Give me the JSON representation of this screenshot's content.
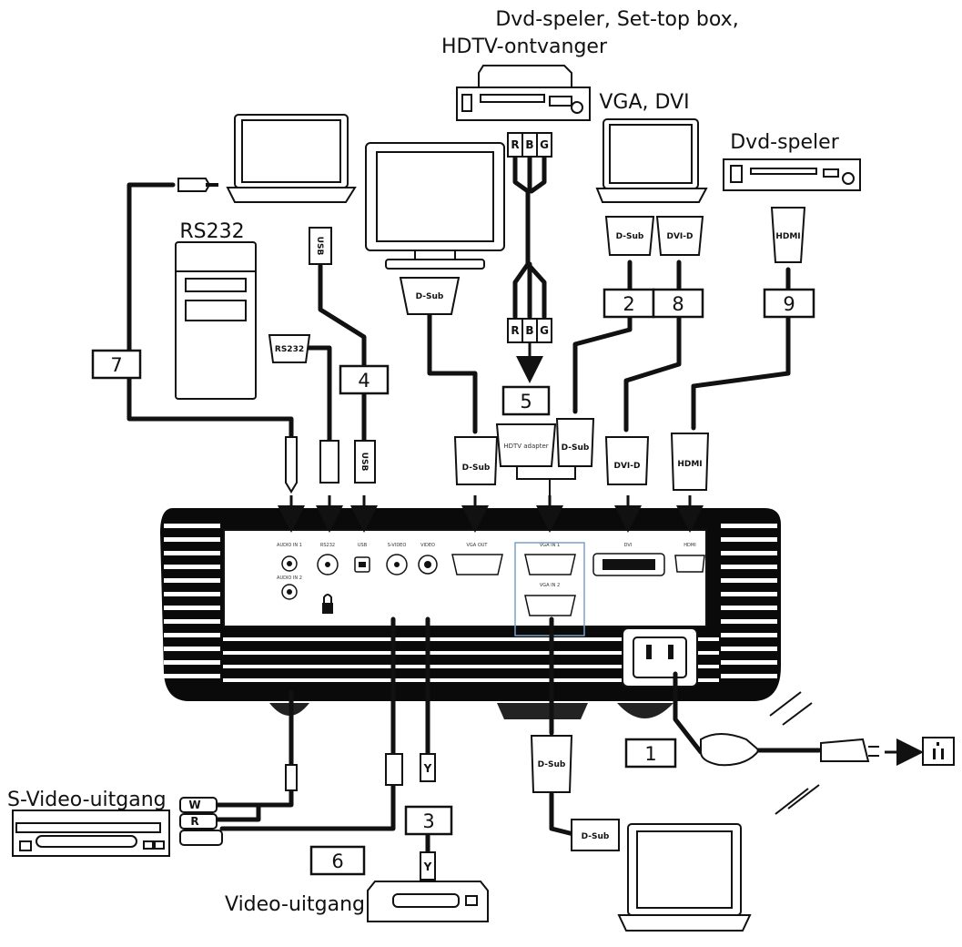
{
  "labels": {
    "dvd_settop": "Dvd-speler, Set-top box,",
    "hdtv_receiver": "HDTV-ontvanger",
    "vga_dvi": "VGA, DVI",
    "dvd_player": "Dvd-speler",
    "rs232": "RS232",
    "svideo_out": "S-Video-uitgang",
    "video_out": "Video-uitgang"
  },
  "cables": [
    "1",
    "2",
    "3",
    "4",
    "5",
    "6",
    "7",
    "8",
    "9"
  ],
  "connectors": {
    "dsub": "D-Sub",
    "dvid": "DVI-D",
    "hdmi": "HDMI",
    "usb": "USB",
    "rs232": "RS232",
    "hdtv_adapter": "HDTV adapter",
    "r": "R",
    "g": "G",
    "b": "B",
    "y": "Y",
    "w": "W"
  },
  "ports": {
    "audio_in1": "AUDIO IN 1",
    "audio_in2": "AUDIO IN 2",
    "rs232": "RS232",
    "usb": "USB",
    "svideo": "S-VIDEO",
    "video": "VIDEO",
    "vga_out": "VGA OUT",
    "vga_in1": "VGA IN 1",
    "vga_in2": "VGA IN 2",
    "dvi": "DVI",
    "hdmi": "HDMI"
  }
}
